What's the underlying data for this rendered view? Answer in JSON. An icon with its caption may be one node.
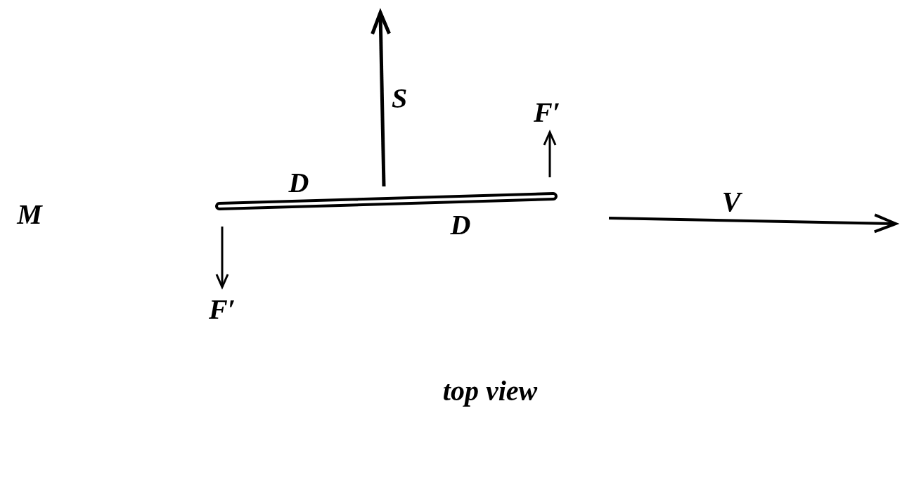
{
  "diagram": {
    "caption": "top view",
    "labels": [
      "S",
      "F′",
      "D",
      "M",
      "V",
      "D",
      "F′"
    ]
  }
}
